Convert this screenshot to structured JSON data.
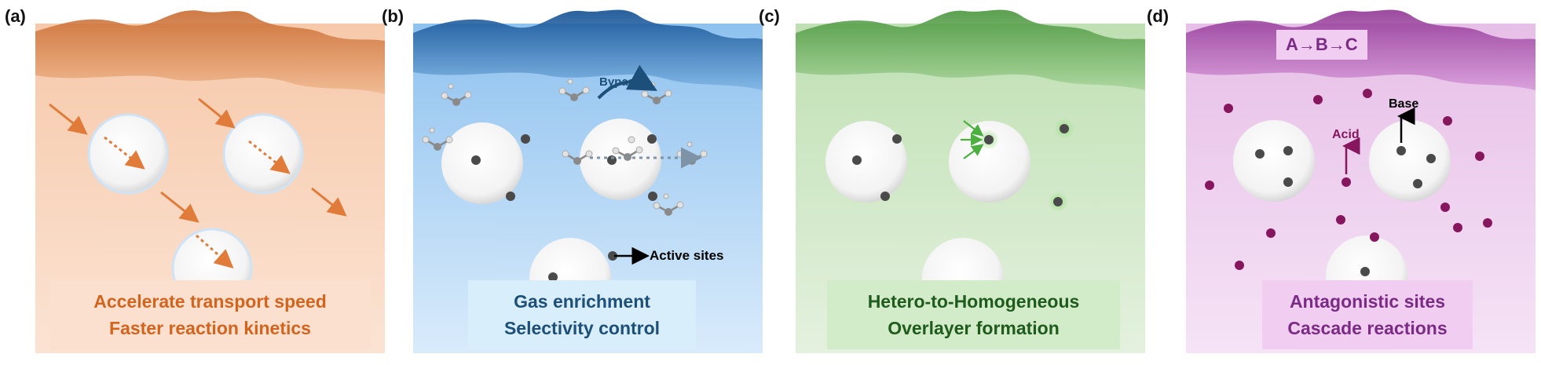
{
  "colors": {
    "orange": "#e07b3a",
    "blue": "#1c4f7a",
    "green": "#2f6e2a",
    "purple": "#7a2b83",
    "site": "#4a4a4a",
    "acid_dot": "#86175f"
  },
  "panels": [
    {
      "label": "(a)",
      "caption": [
        "Accelerate transport speed",
        "Faster reaction kinetics"
      ]
    },
    {
      "label": "(b)",
      "caption": [
        "Gas enrichment",
        "Selectivity control"
      ],
      "bypass_label": "Bypass",
      "active_sites_label": "Active sites"
    },
    {
      "label": "(c)",
      "caption": [
        "Hetero-to-Homogeneous",
        "Overlayer formation"
      ]
    },
    {
      "label": "(d)",
      "caption": [
        "Antagonistic sites",
        "Cascade reactions"
      ],
      "cascade_label": "A→B→C",
      "acid_label": "Acid",
      "base_label": "Base"
    }
  ]
}
